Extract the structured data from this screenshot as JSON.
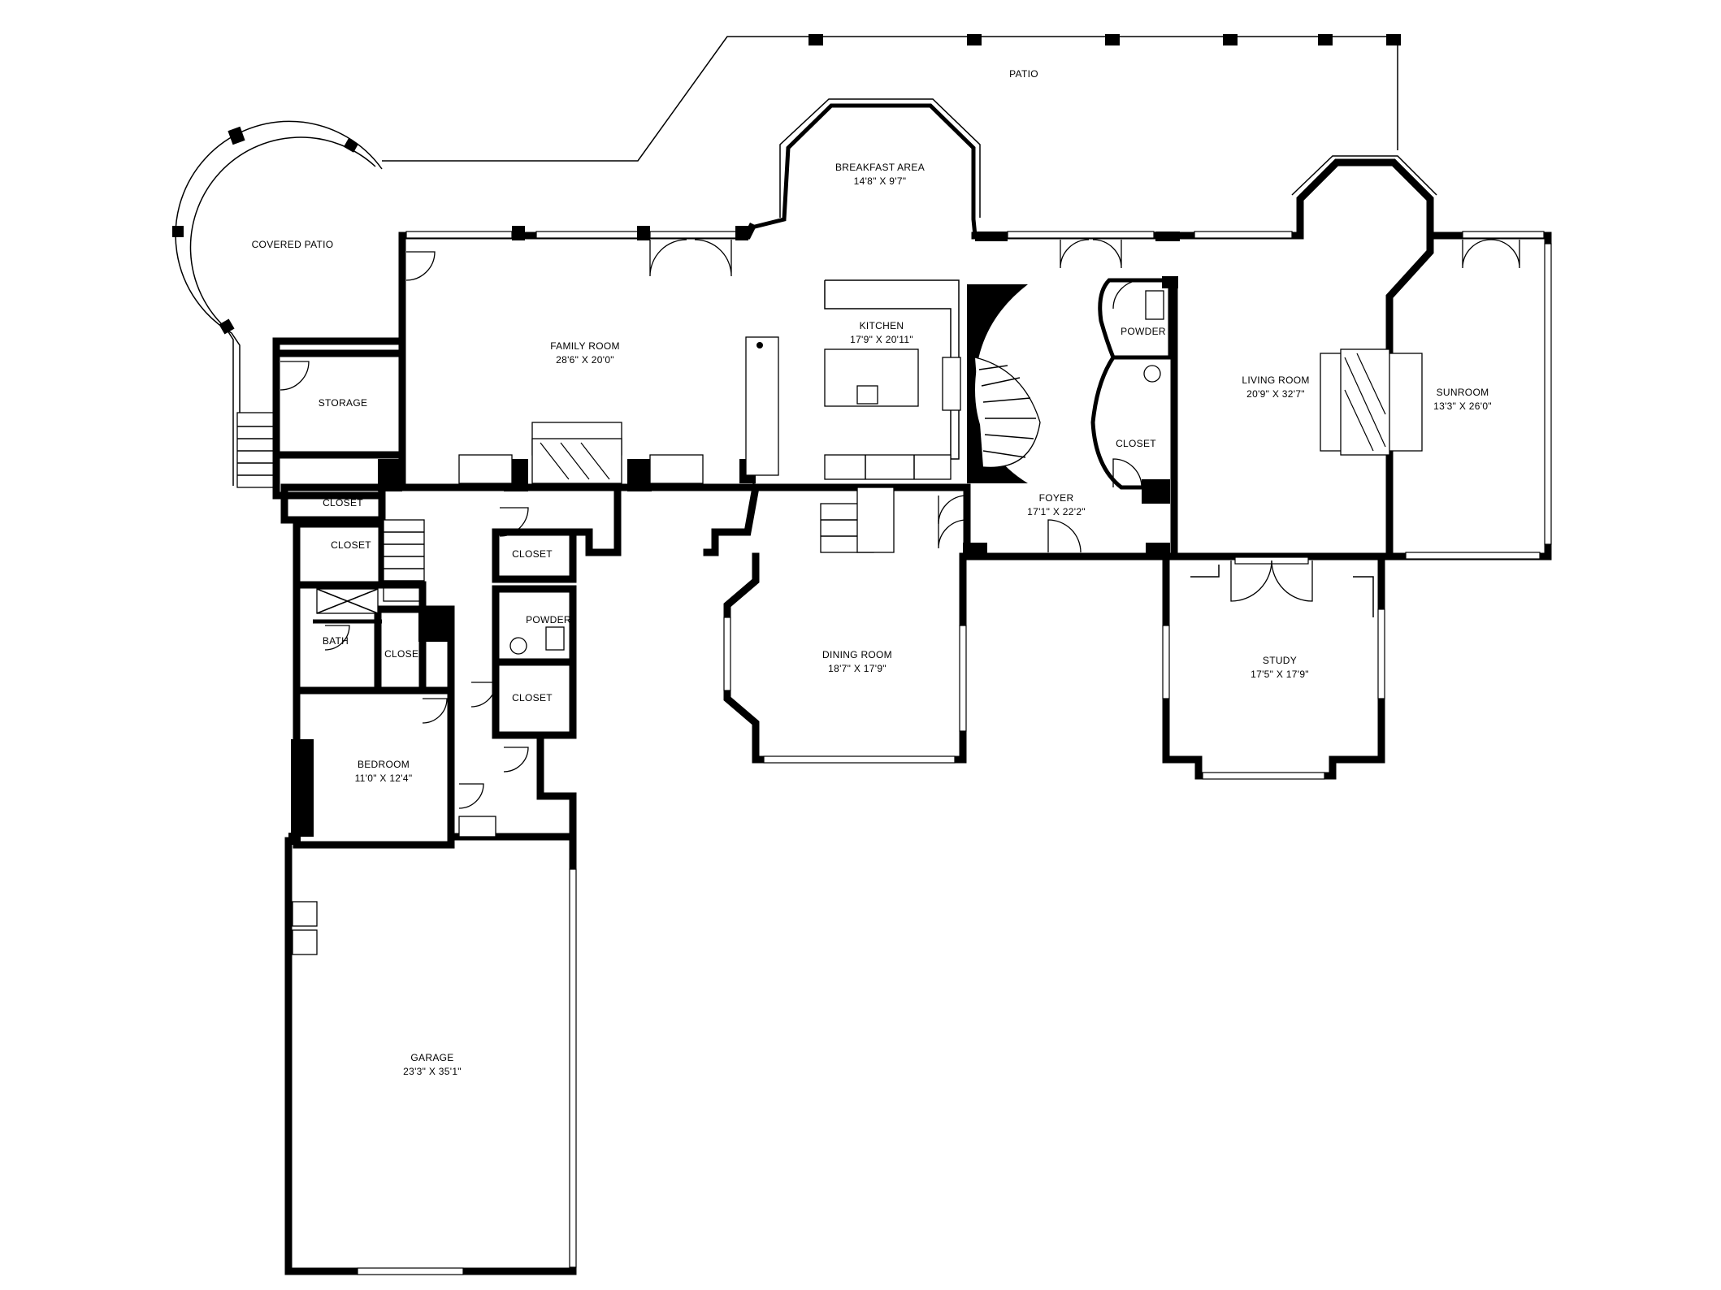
{
  "rooms": [
    {
      "key": "patio",
      "name": "PATIO",
      "dims": ""
    },
    {
      "key": "covered_patio",
      "name": "COVERED PATIO",
      "dims": ""
    },
    {
      "key": "breakfast_area",
      "name": "BREAKFAST AREA",
      "dims": "14'8\" X 9'7\""
    },
    {
      "key": "family_room",
      "name": "FAMILY ROOM",
      "dims": "28'6\" X 20'0\""
    },
    {
      "key": "kitchen",
      "name": "KITCHEN",
      "dims": "17'9\" X 20'11\""
    },
    {
      "key": "powder_1",
      "name": "POWDER",
      "dims": ""
    },
    {
      "key": "living_room",
      "name": "LIVING ROOM",
      "dims": "20'9\" X 32'7\""
    },
    {
      "key": "sunroom",
      "name": "SUNROOM",
      "dims": "13'3\" X 26'0\""
    },
    {
      "key": "storage",
      "name": "STORAGE",
      "dims": ""
    },
    {
      "key": "closet_1",
      "name": "CLOSET",
      "dims": ""
    },
    {
      "key": "closet_2",
      "name": "CLOSET",
      "dims": ""
    },
    {
      "key": "closet_3",
      "name": "CLOSET",
      "dims": ""
    },
    {
      "key": "foyer",
      "name": "FOYER",
      "dims": "17'1\" X 22'2\""
    },
    {
      "key": "closet_4",
      "name": "CLOSET",
      "dims": ""
    },
    {
      "key": "powder_2",
      "name": "POWDER",
      "dims": ""
    },
    {
      "key": "bath",
      "name": "BATH",
      "dims": ""
    },
    {
      "key": "closet_5",
      "name": "CLOSET",
      "dims": ""
    },
    {
      "key": "closet_6",
      "name": "CLOSET",
      "dims": ""
    },
    {
      "key": "dining_room",
      "name": "DINING ROOM",
      "dims": "18'7\" X 17'9\""
    },
    {
      "key": "study",
      "name": "STUDY",
      "dims": "17'5\" X 17'9\""
    },
    {
      "key": "bedroom",
      "name": "BEDROOM",
      "dims": "11'0\" X 12'4\""
    },
    {
      "key": "garage",
      "name": "GARAGE",
      "dims": "23'3\" X 35'1\""
    }
  ]
}
